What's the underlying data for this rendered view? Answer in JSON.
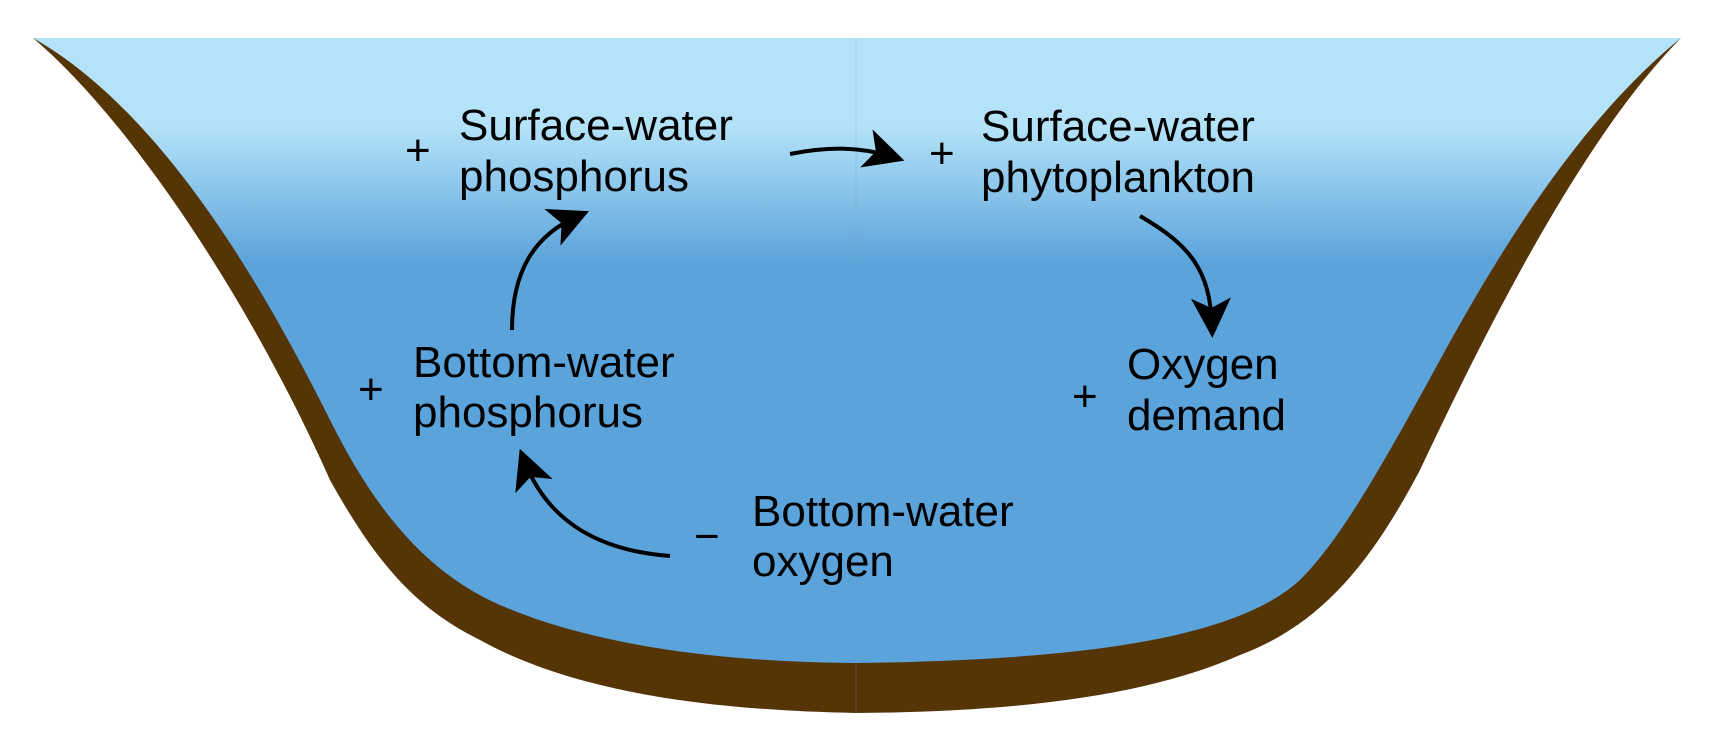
{
  "colors": {
    "surface_water": "#b4e3f9",
    "deep_water": "#5ba3db",
    "sediment": "#553406",
    "text": "#000000"
  },
  "nodes": [
    {
      "id": "surface-phosphorus",
      "sign": "+",
      "lines": [
        "Surface-water",
        "phosphorus"
      ]
    },
    {
      "id": "surface-phytoplankton",
      "sign": "+",
      "lines": [
        "Surface-water",
        "phytoplankton"
      ]
    },
    {
      "id": "oxygen-demand",
      "sign": "+",
      "lines": [
        "Oxygen",
        "demand"
      ]
    },
    {
      "id": "bottom-oxygen",
      "sign": "−",
      "lines": [
        "Bottom-water",
        "oxygen"
      ]
    },
    {
      "id": "bottom-phosphorus",
      "sign": "+",
      "lines": [
        "Bottom-water",
        "phosphorus"
      ]
    }
  ],
  "edges": [
    {
      "from": "surface-phosphorus",
      "to": "surface-phytoplankton"
    },
    {
      "from": "surface-phytoplankton",
      "to": "oxygen-demand"
    },
    {
      "from": "bottom-oxygen",
      "to": "bottom-phosphorus"
    },
    {
      "from": "bottom-phosphorus",
      "to": "surface-phosphorus"
    }
  ]
}
